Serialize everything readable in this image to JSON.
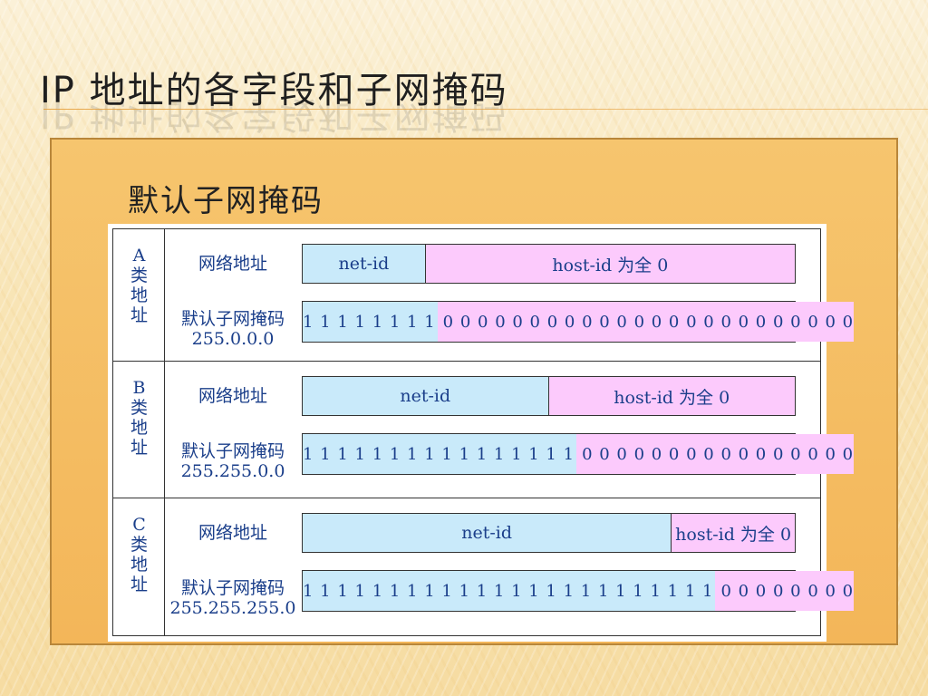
{
  "slide": {
    "title": "IP 地址的各字段和子网掩码",
    "subtitle": "默认子网掩码"
  },
  "diagram": {
    "address_label": "网络地址",
    "mask_label": "默认子网掩码",
    "classes": [
      {
        "letter": "A",
        "chars": [
          "类",
          "地",
          "址"
        ],
        "mask_value": "255.0.0.0",
        "net_text": "net-id",
        "host_text": "host-id 为全 0",
        "mask_ones": "1 1 1 1 1 1 1 1",
        "mask_zeros": "0 0 0 0 0 0 0 0 0 0 0 0 0 0 0 0 0 0 0 0 0 0 0 0",
        "net_fraction": 0.25,
        "mask_fraction": 0.25
      },
      {
        "letter": "B",
        "chars": [
          "类",
          "地",
          "址"
        ],
        "mask_value": "255.255.0.0",
        "net_text": "net-id",
        "host_text": "host-id 为全 0",
        "mask_ones": "1 1 1 1 1 1 1 1 1 1 1 1 1 1 1 1",
        "mask_zeros": "0 0 0 0 0 0 0 0 0 0 0 0 0 0 0 0",
        "net_fraction": 0.5,
        "mask_fraction": 0.5
      },
      {
        "letter": "C",
        "chars": [
          "类",
          "地",
          "址"
        ],
        "mask_value": "255.255.255.0",
        "net_text": "net-id",
        "host_text": "host-id 为全 0",
        "mask_ones": "1 1 1 1 1 1 1 1 1 1 1 1 1 1 1 1 1 1 1 1 1 1 1 1",
        "mask_zeros": "0 0 0 0 0 0 0 0",
        "net_fraction": 0.75,
        "mask_fraction": 0.75
      }
    ]
  }
}
